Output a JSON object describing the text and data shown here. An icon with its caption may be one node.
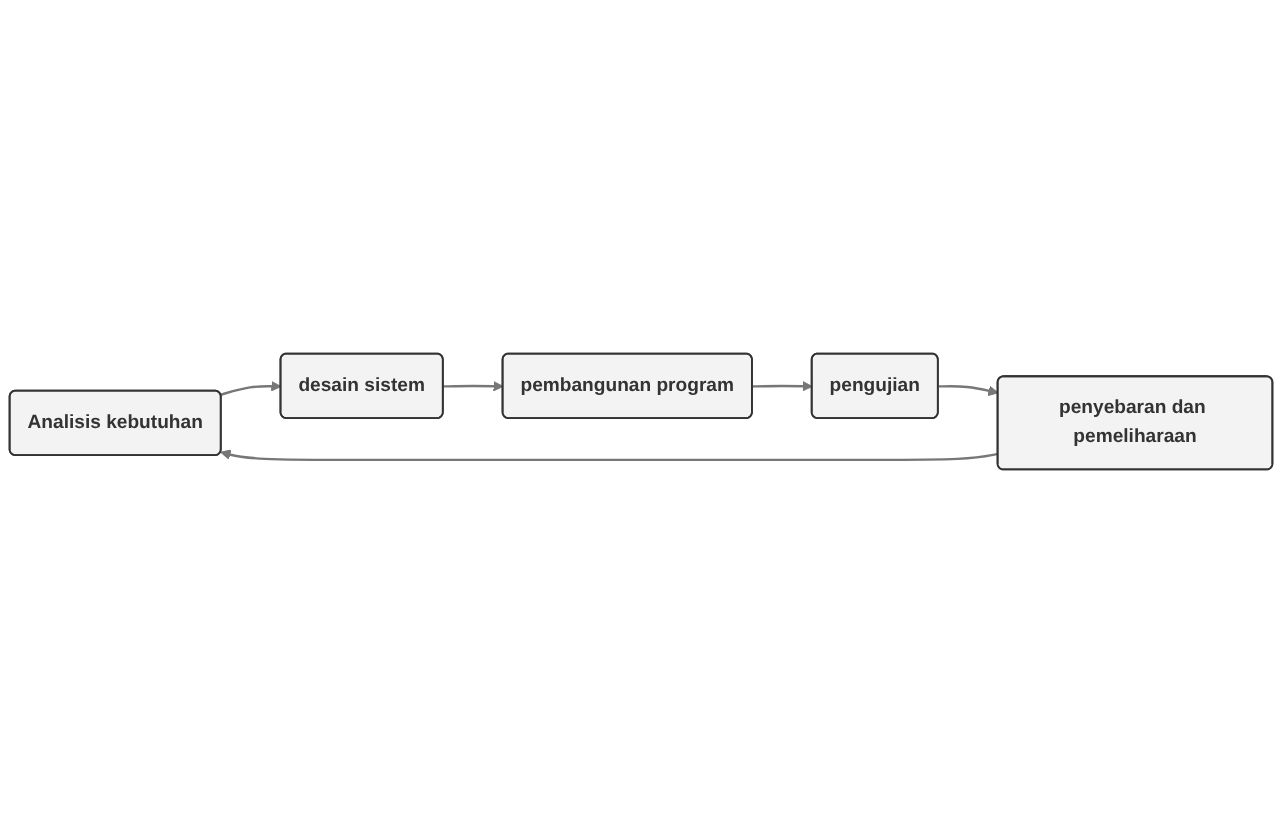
{
  "diagram": {
    "nodes": [
      {
        "text": [
          "Analisis kebutuhan"
        ]
      },
      {
        "text": [
          "desain sistem"
        ]
      },
      {
        "text": [
          "pembangunan program"
        ]
      },
      {
        "text": [
          "pengujian"
        ]
      },
      {
        "text": [
          "penyebaran dan pemeliharaan"
        ]
      }
    ],
    "edges": [
      {
        "from": 0,
        "to": 1,
        "arrow": "to"
      },
      {
        "from": 1,
        "to": 2,
        "arrow": "to"
      },
      {
        "from": 2,
        "to": 3,
        "arrow": "to"
      },
      {
        "from": 3,
        "to": 4,
        "arrow": "to"
      },
      {
        "from": 4,
        "to": 0,
        "arrow": "to"
      }
    ]
  }
}
